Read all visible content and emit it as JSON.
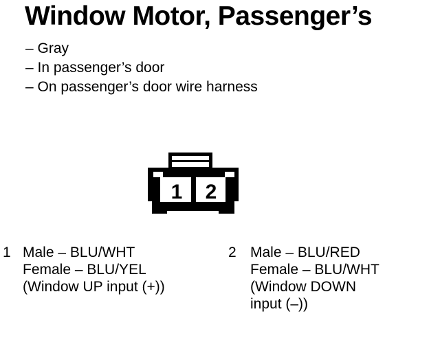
{
  "colors": {
    "ink": "#000000",
    "paper": "#ffffff"
  },
  "title": "Window Motor, Passenger’s",
  "bullets": [
    "– Gray",
    "– In passenger’s door",
    "– On passenger’s door wire harness"
  ],
  "connector": {
    "pin_labels": [
      "1",
      "2"
    ]
  },
  "legend": [
    {
      "pin": "1",
      "lines": [
        "Male – BLU/WHT",
        "Female – BLU/YEL",
        "(Window UP input (+))"
      ]
    },
    {
      "pin": "2",
      "lines": [
        "Male – BLU/RED",
        "Female – BLU/WHT",
        "(Window DOWN",
        "input (–))"
      ]
    }
  ]
}
